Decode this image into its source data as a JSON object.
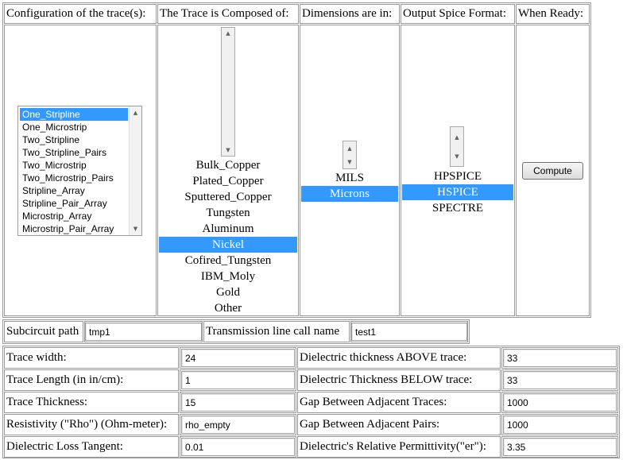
{
  "headers": {
    "configuration": "Configuration of the trace(s):",
    "composition": "The Trace is Composed of:",
    "dimensions": "Dimensions are in:",
    "output_format": "Output Spice Format:",
    "when_ready": "When Ready:"
  },
  "configuration_list": {
    "items": [
      "One_Stripline",
      "One_Microstrip",
      "Two_Stripline",
      "Two_Stripline_Pairs",
      "Two_Microstrip",
      "Two_Microstrip_Pairs",
      "Stripline_Array",
      "Stripline_Pair_Array",
      "Microstrip_Array",
      "Microstrip_Pair_Array"
    ],
    "selected": "One_Stripline"
  },
  "composition_list": {
    "items": [
      "Bulk_Copper",
      "Plated_Copper",
      "Sputtered_Copper",
      "Tungsten",
      "Aluminum",
      "Nickel",
      "Cofired_Tungsten",
      "IBM_Moly",
      "Gold",
      "Other"
    ],
    "selected": "Nickel"
  },
  "dimensions_list": {
    "items": [
      "MILS",
      "Microns"
    ],
    "selected": "Microns"
  },
  "format_list": {
    "items": [
      "HPSPICE",
      "HSPICE",
      "SPECTRE"
    ],
    "selected": "HSPICE"
  },
  "compute_button": "Compute",
  "subcircuit": {
    "path_label": "Subcircuit path",
    "path_value": "tmp1",
    "call_label": "Transmission line call name",
    "call_value": "test1"
  },
  "parameters": {
    "left": [
      {
        "label": "Trace width:",
        "value": "24"
      },
      {
        "label": "Trace Length (in in/cm):",
        "value": "1"
      },
      {
        "label": "Trace Thickness:",
        "value": "15"
      },
      {
        "label": "Resistivity (\"Rho\") (Ohm-meter):",
        "value": "rho_empty"
      },
      {
        "label": "Dielectric Loss Tangent:",
        "value": "0.01"
      }
    ],
    "right": [
      {
        "label": "Dielectric thickness ABOVE trace:",
        "value": "33"
      },
      {
        "label": "Dielectric Thickness BELOW trace:",
        "value": "33"
      },
      {
        "label": "Gap Between Adjacent Traces:",
        "value": "1000"
      },
      {
        "label": "Gap Between Adjacent Pairs:",
        "value": "1000"
      },
      {
        "label": "Dielectric's Relative Permittivity(\"er\"):",
        "value": "3.35"
      }
    ]
  },
  "colors": {
    "selection": "#3399ff",
    "border": "#9a9a9a"
  }
}
